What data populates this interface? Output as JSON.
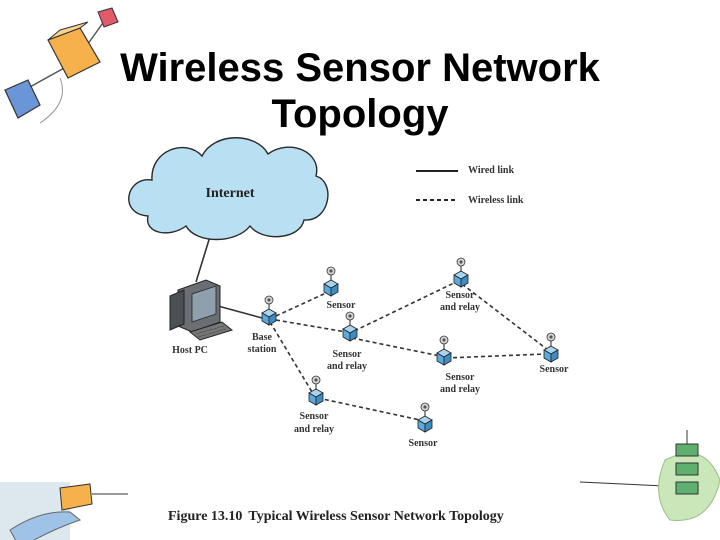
{
  "slide": {
    "title_line1": "Wireless Sensor Network",
    "title_line2": "Topology"
  },
  "legend": {
    "wired": "Wired link",
    "wireless": "Wireless link"
  },
  "nodes": {
    "internet": "Internet",
    "host_pc": "Host PC",
    "base_l1": "Base",
    "base_l2": "station",
    "sensor": "Sensor",
    "relay_l1": "Sensor",
    "relay_l2": "and relay"
  },
  "caption": {
    "figure": "Figure 13.10",
    "text": "Typical Wireless Sensor Network Topology"
  },
  "colors": {
    "cloud_fill": "#b9dff3",
    "node_blue": "#5aa9dc",
    "link": "#333333"
  }
}
